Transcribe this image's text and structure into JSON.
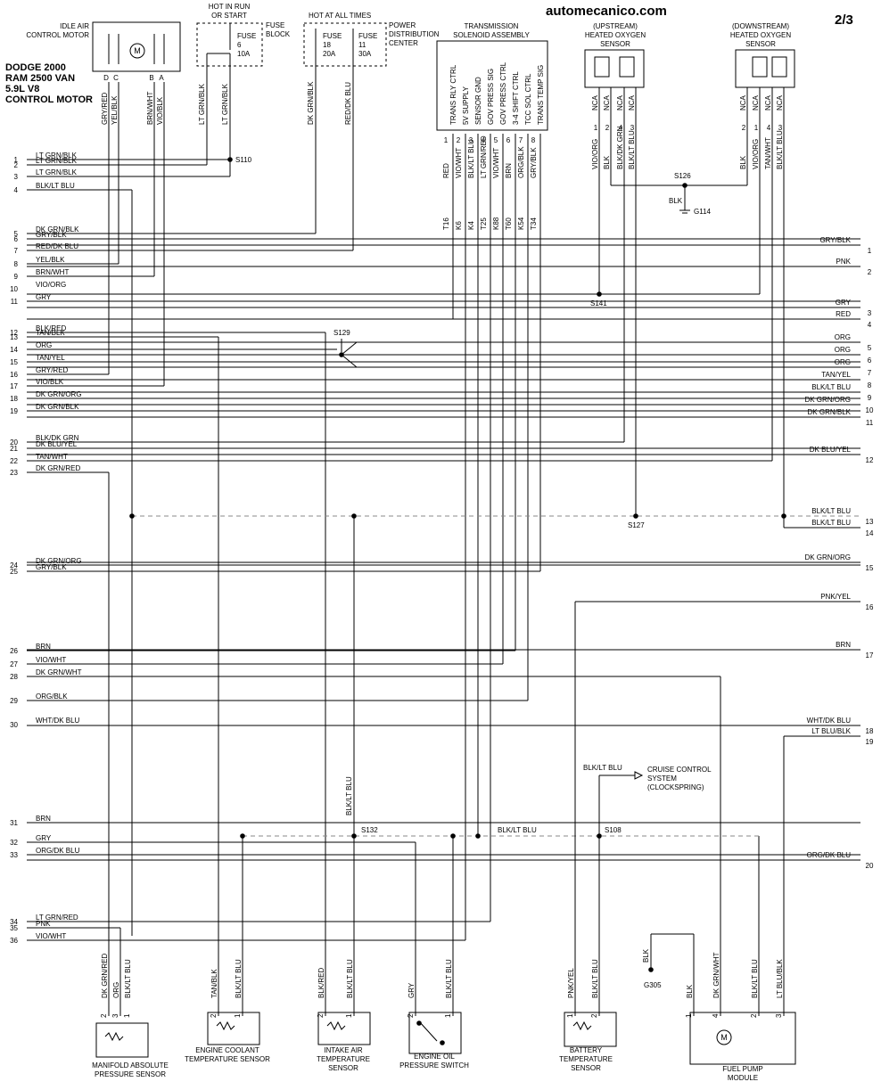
{
  "header": {
    "site": "automecanico.com",
    "page": "2/3",
    "title_lines": [
      "DODGE 2000",
      "RAM 2500 VAN",
      "5.9L V8",
      "CONTROL MOTOR"
    ]
  },
  "top_components": {
    "iac_motor": {
      "label": [
        "IDLE AIR",
        "CONTROL MOTOR"
      ],
      "pins": [
        "D",
        "C",
        "B",
        "A"
      ],
      "wires": [
        "GRY/RED",
        "YEL/BLK",
        "BRN/WHT",
        "VIO/BLK"
      ]
    },
    "hot_run_start": [
      "HOT IN RUN",
      "OR START"
    ],
    "fuse_block": [
      "FUSE",
      "BLOCK"
    ],
    "fuse6": [
      "FUSE",
      "6",
      "10A"
    ],
    "fuse6_wires": [
      "LT GRN/BLK",
      "LT GRN/BLK"
    ],
    "hot_all_times": "HOT AT ALL TIMES",
    "pdc": [
      "POWER",
      "DISTRIBUTION",
      "CENTER"
    ],
    "fuse18": [
      "FUSE",
      "18",
      "20A"
    ],
    "fuse11": [
      "FUSE",
      "11",
      "30A"
    ],
    "pdc_wires": [
      "DK GRN/BLK",
      "RED/DK BLU"
    ],
    "trans_solenoid": {
      "label": [
        "TRANSMISSION",
        "SOLENOID ASSEMBLY"
      ],
      "functions": [
        "TRANS RLY CTRL",
        "5V SUPPLY",
        "SENSOR GND",
        "GOV PRESS SIG",
        "GOV PRESS CTRL",
        "3-4 SHIFT CTRL",
        "TCC SOL CTRL",
        "TRANS TEMP SIG"
      ],
      "pins": [
        "1",
        "2",
        "3",
        "4",
        "5",
        "6",
        "7",
        "8"
      ],
      "wires": [
        "RED",
        "VIO/WHT",
        "BLK/LT BLU",
        "LT GRN/RED",
        "VIO/WHT",
        "BRN",
        "ORG/BLK",
        "GRY/BLK"
      ],
      "cavities": [
        "T16",
        "K6",
        "K4",
        "T25",
        "K88",
        "T60",
        "K54",
        "T34"
      ]
    },
    "upstream_o2": {
      "label": [
        "(UPSTREAM)",
        "HEATED OXYGEN",
        "SENSOR"
      ],
      "nca": [
        "NCA",
        "NCA",
        "NCA",
        "NCA"
      ],
      "pins": [
        "1",
        "2",
        "4",
        "3"
      ],
      "wires": [
        "VIO/ORG",
        "BLK",
        "BLK/DK GRN",
        "BLK/LT BLU"
      ]
    },
    "downstream_o2": {
      "label": [
        "(DOWNSTREAM)",
        "HEATED OXYGEN",
        "SENSOR"
      ],
      "nca": [
        "NCA",
        "NCA",
        "NCA",
        "NCA"
      ],
      "pins": [
        "2",
        "1",
        "4",
        "3"
      ],
      "wires": [
        "BLK",
        "VIO/ORG",
        "TAN/WHT",
        "BLK/LT BLU"
      ]
    },
    "s126": "S126",
    "g114": "G114",
    "blk": "BLK"
  },
  "splices": {
    "s110": "S110",
    "s141": "S141",
    "s129": "S129",
    "s127": "S127",
    "s132": "S132",
    "s108": "S108"
  },
  "left_pins": [
    {
      "n": "1",
      "wire": "LT GRN/BLK"
    },
    {
      "n": "2",
      "wire": "LT GRN/BLK"
    },
    {
      "n": "3",
      "wire": "LT GRN/BLK"
    },
    {
      "n": "4",
      "wire": "BLK/LT BLU"
    },
    {
      "n": "5",
      "wire": "DK GRN/BLK"
    },
    {
      "n": "6",
      "wire": "GRY/BLK"
    },
    {
      "n": "7",
      "wire": "RED/DK BLU"
    },
    {
      "n": "8",
      "wire": "YEL/BLK"
    },
    {
      "n": "9",
      "wire": "BRN/WHT"
    },
    {
      "n": "10",
      "wire": "VIO/ORG"
    },
    {
      "n": "11",
      "wire": "GRY"
    },
    {
      "n": "12",
      "wire": "BLK/RED"
    },
    {
      "n": "13",
      "wire": "TAN/BLK"
    },
    {
      "n": "14",
      "wire": "ORG"
    },
    {
      "n": "15",
      "wire": "TAN/YEL"
    },
    {
      "n": "16",
      "wire": "GRY/RED"
    },
    {
      "n": "17",
      "wire": "VIO/BLK"
    },
    {
      "n": "18",
      "wire": "DK GRN/ORG"
    },
    {
      "n": "19",
      "wire": "DK GRN/BLK"
    },
    {
      "n": "20",
      "wire": "BLK/DK GRN"
    },
    {
      "n": "21",
      "wire": "DK BLU/YEL"
    },
    {
      "n": "22",
      "wire": "TAN/WHT"
    },
    {
      "n": "23",
      "wire": "DK GRN/RED"
    },
    {
      "n": "24",
      "wire": "DK GRN/ORG"
    },
    {
      "n": "25",
      "wire": "GRY/BLK"
    },
    {
      "n": "26",
      "wire": "BRN"
    },
    {
      "n": "27",
      "wire": "VIO/WHT"
    },
    {
      "n": "28",
      "wire": "DK GRN/WHT"
    },
    {
      "n": "29",
      "wire": "ORG/BLK"
    },
    {
      "n": "30",
      "wire": "WHT/DK BLU"
    },
    {
      "n": "31",
      "wire": "BRN"
    },
    {
      "n": "32",
      "wire": "GRY"
    },
    {
      "n": "33",
      "wire": "ORG/DK BLU"
    },
    {
      "n": "34",
      "wire": "LT GRN/RED"
    },
    {
      "n": "35",
      "wire": "PNK"
    },
    {
      "n": "36",
      "wire": "VIO/WHT"
    }
  ],
  "right_pins": [
    {
      "n": "1",
      "wire": "GRY/BLK"
    },
    {
      "n": "2",
      "wire": "PNK"
    },
    {
      "n": "3",
      "wire": "GRY"
    },
    {
      "n": "4",
      "wire": "RED"
    },
    {
      "n": "5",
      "wire": "ORG"
    },
    {
      "n": "6",
      "wire": "ORG"
    },
    {
      "n": "7",
      "wire": "ORG"
    },
    {
      "n": "8",
      "wire": "TAN/YEL"
    },
    {
      "n": "9",
      "wire": "BLK/LT BLU"
    },
    {
      "n": "10",
      "wire": "DK GRN/ORG"
    },
    {
      "n": "11",
      "wire": "DK GRN/BLK"
    },
    {
      "n": "12",
      "wire": "DK BLU/YEL"
    },
    {
      "n": "13",
      "wire": "BLK/LT BLU"
    },
    {
      "n": "14",
      "wire": "BLK/LT BLU"
    },
    {
      "n": "15",
      "wire": "DK GRN/ORG"
    },
    {
      "n": "16",
      "wire": "PNK/YEL"
    },
    {
      "n": "17",
      "wire": "BRN"
    },
    {
      "n": "18",
      "wire": "WHT/DK BLU"
    },
    {
      "n": "19",
      "wire": "LT BLU/BLK"
    },
    {
      "n": "20",
      "wire": "ORG/DK BLU"
    }
  ],
  "middle_labels": {
    "blk_lt_blu_vertical": "BLK/LT BLU",
    "blk_lt_blu_bus": "BLK/LT BLU",
    "cruise_wire": "BLK/LT BLU",
    "cruise_label": [
      "CRUISE CONTROL",
      "SYSTEM",
      "(CLOCKSPRING)"
    ]
  },
  "bottom_components": {
    "map": {
      "label": [
        "MANIFOLD ABSOLUTE",
        "PRESSURE SENSOR"
      ],
      "pins": [
        "2",
        "3",
        "1"
      ],
      "wires": [
        "DK GRN/RED",
        "ORG",
        "BLK/LT BLU"
      ]
    },
    "ect": {
      "label": [
        "ENGINE COOLANT",
        "TEMPERATURE SENSOR"
      ],
      "pins": [
        "2",
        "1"
      ],
      "wires": [
        "TAN/BLK",
        "BLK/LT BLU"
      ]
    },
    "iat": {
      "label": [
        "INTAKE AIR",
        "TEMPERATURE",
        "SENSOR"
      ],
      "pins": [
        "2",
        "1"
      ],
      "wires": [
        "BLK/RED",
        "BLK/LT BLU"
      ]
    },
    "oil": {
      "label": [
        "ENGINE OIL",
        "PRESSURE SWITCH"
      ],
      "pins": [
        "2",
        "1"
      ],
      "wires": [
        "GRY",
        "BLK/LT BLU"
      ]
    },
    "batt": {
      "label": [
        "BATTERY",
        "TEMPERATURE",
        "SENSOR"
      ],
      "pins": [
        "1",
        "2"
      ],
      "wires": [
        "PNK/YEL",
        "BLK/LT BLU"
      ]
    },
    "g305": {
      "label": "G305",
      "wire": "BLK"
    },
    "fuel_pump": {
      "label": [
        "FUEL PUMP",
        "MODULE"
      ],
      "pins": [
        "1",
        "4",
        "2",
        "3"
      ],
      "wires": [
        "BLK",
        "DK GRN/WHT",
        "BLK/LT BLU",
        "LT BLU/BLK"
      ]
    }
  }
}
